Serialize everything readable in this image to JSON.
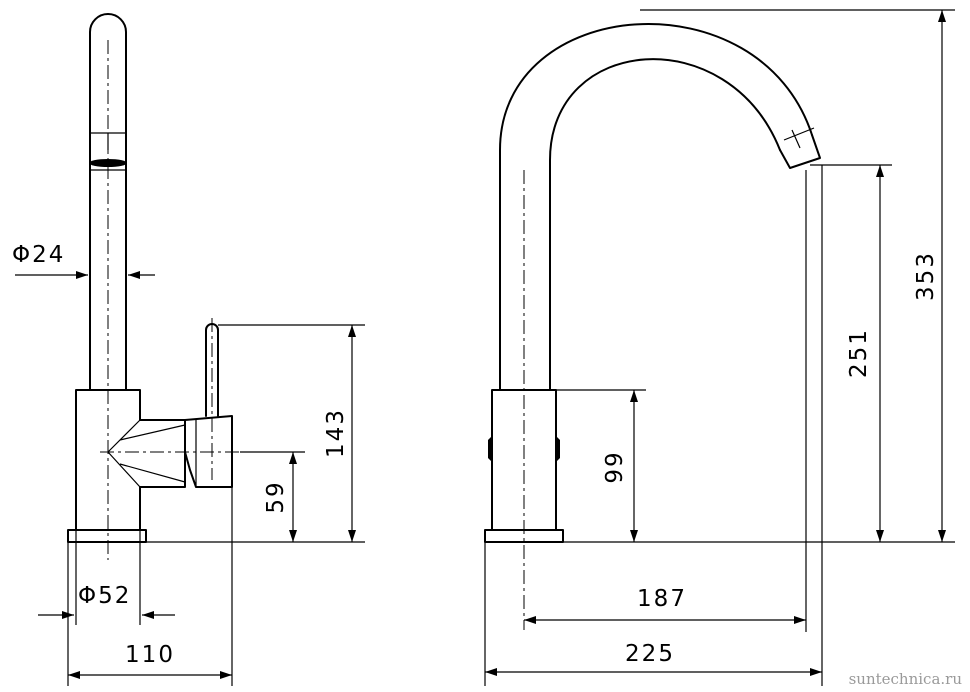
{
  "dimensions": {
    "spout_diameter": "Φ24",
    "handle_height": "143",
    "lever_axis_height": "59",
    "base_diameter": "Φ52",
    "body_width_side": "110",
    "body_height": "99",
    "outlet_height": "251",
    "total_height": "353",
    "spout_reach": "187",
    "total_depth": "225"
  },
  "watermark": "suntechnica.ru"
}
